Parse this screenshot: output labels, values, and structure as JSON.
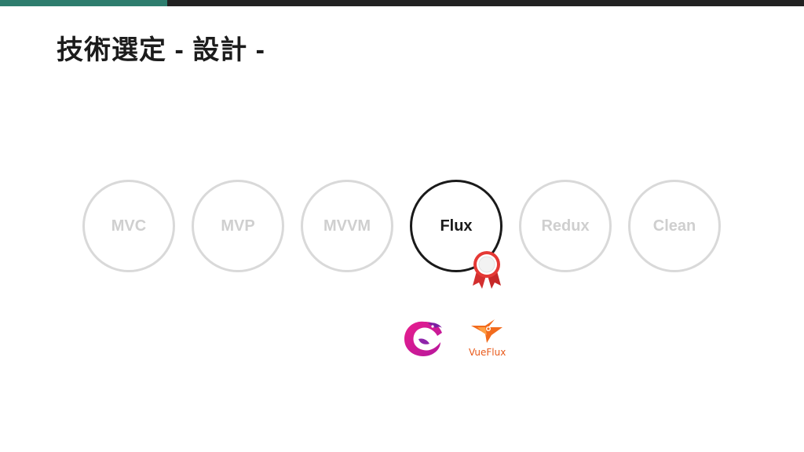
{
  "slide": {
    "title": "技術選定 - 設計 -",
    "accent_color": "#2e7d6e",
    "bar_color": "#222222"
  },
  "options": [
    {
      "label": "MVC",
      "selected": false
    },
    {
      "label": "MVP",
      "selected": false
    },
    {
      "label": "MVVM",
      "selected": false
    },
    {
      "label": "Flux",
      "selected": true
    },
    {
      "label": "Redux",
      "selected": false
    },
    {
      "label": "Clean",
      "selected": false
    }
  ],
  "badges": {
    "selected_icon": "award-ribbon-icon"
  },
  "logos": {
    "first": "reactivex-logo-icon",
    "second_text": "VueFlux"
  }
}
